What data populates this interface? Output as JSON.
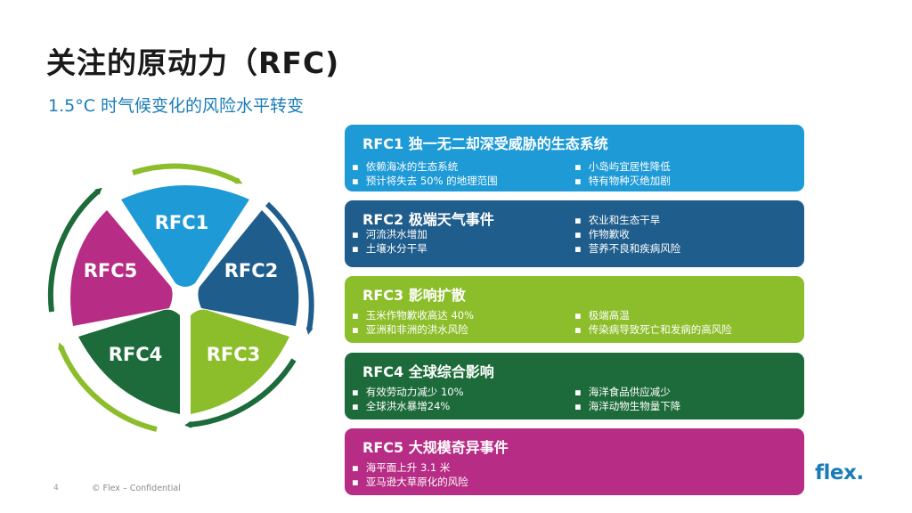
{
  "header": {
    "title": "关注的原动力（RFC)",
    "subtitle": "1.5°C 时气候变化的风险水平转变"
  },
  "diagram": {
    "segments": [
      {
        "label": "RFC1",
        "color": "#1e9ad6"
      },
      {
        "label": "RFC2",
        "color": "#1f5d8c"
      },
      {
        "label": "RFC3",
        "color": "#8cbd2a"
      },
      {
        "label": "RFC4",
        "color": "#1d6b3a"
      },
      {
        "label": "RFC5",
        "color": "#b72c84"
      }
    ],
    "arrow_colors": [
      "#8cbd2a",
      "#1f5d8c",
      "#1d6b3a",
      "#8cbd2a",
      "#1d6b3a"
    ]
  },
  "cards": [
    {
      "title": "RFC1 独一无二却深受威胁的生态系统",
      "color": "#1e9ad6",
      "left": [
        "依赖海冰的生态系统",
        "预计将失去 50% 的地理范围"
      ],
      "right": [
        "小岛屿宜居性降低",
        "特有物种灭绝加剧"
      ]
    },
    {
      "title": "RFC2 极端天气事件",
      "color": "#1f5d8c",
      "left": [
        "河流洪水增加",
        "土壤水分干旱"
      ],
      "right": [
        "农业和生态干旱",
        "作物歉收",
        "营养不良和疾病风险"
      ]
    },
    {
      "title": "RFC3 影响扩散",
      "color": "#8cbd2a",
      "left": [
        "玉米作物歉收高达 40%",
        "亚洲和非洲的洪水风险"
      ],
      "right": [
        "极端高温",
        "传染病导致死亡和发病的高风险"
      ]
    },
    {
      "title": "RFC4 全球综合影响",
      "color": "#1d6b3a",
      "left": [
        "有效劳动力减少 10%",
        "全球洪水暴增24%"
      ],
      "right": [
        "海洋食品供应减少",
        "海洋动物生物量下降"
      ]
    },
    {
      "title": "RFC5 大规模奇异事件",
      "color": "#b72c84",
      "left": [
        "海平面上升 3.1 米",
        "亚马逊大草原化的风险"
      ],
      "right": []
    }
  ],
  "footer": {
    "page_number": "4",
    "confidential": "© Flex – Confidential",
    "logo_text": "flex",
    "logo_dot": "."
  }
}
